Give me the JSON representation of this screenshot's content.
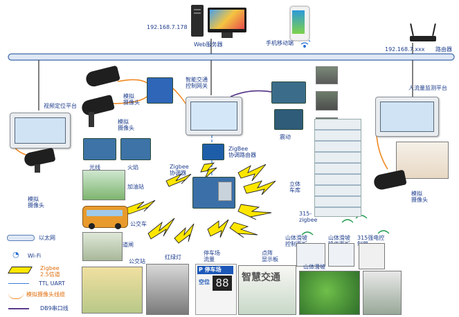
{
  "colors": {
    "bus": "#5a7fb5",
    "label": "#1c3c8c",
    "cable_orange": "#f08a24",
    "zigbee_yellow": "#ffe600",
    "ttl_blue": "#3a7bd5",
    "db9_purple": "#5a3a8a"
  },
  "network": {
    "ip_server": "192.168.7.178",
    "server_label": "Web服务器",
    "mobile_label": "手机移动端",
    "ip_router": "192.168.7.xxx",
    "router_label": "路由器"
  },
  "nodes": {
    "video_platform": "视频定位平台",
    "analog_cam_a": "模拟\n摄像头",
    "analog_cam_b": "模拟\n摄像头",
    "analog_cam_c": "模拟\n摄像头",
    "gateway": "智能交通\n控制网关",
    "people_flow": "人流量监测平台",
    "analog_cam_d": "模拟\n摄像头",
    "vibration": "震动",
    "zigbee_router": "ZigBee\n协调路由器",
    "zigbee_coordinator": "Zigbee\n协调器",
    "light_sensor": "光线",
    "flame": "火焰",
    "gas_station": "加油站",
    "bus": "公交车",
    "gate": "道闸",
    "bus_stop": "公交站",
    "traffic_light": "红绿灯",
    "parking_flow": "停车场\n流量",
    "dot_display": "点阵\n显示板",
    "stereo_garage": "立体\n车库",
    "zigbee_315": "315-\nzigbee",
    "landslide_ctrl": "山体滑坡\n控制面板",
    "landslide_op": "山体滑坡\n操作面板",
    "relay_315": "315强电控\n制器",
    "landslide": "山体滑坡"
  },
  "boards": {
    "parking_sign": "P 停车场",
    "parking_vacant": "空位",
    "parking_count": "88",
    "smart_traffic_banner": "智慧交通"
  },
  "legend": {
    "ethernet": "以太网",
    "wifi": "Wi-Fi",
    "zigbee": "Zigbee\n2.5信道",
    "ttl": "TTL UART",
    "analog_cable": "模拟摄像头线缆",
    "db9": "DB9串口线"
  }
}
